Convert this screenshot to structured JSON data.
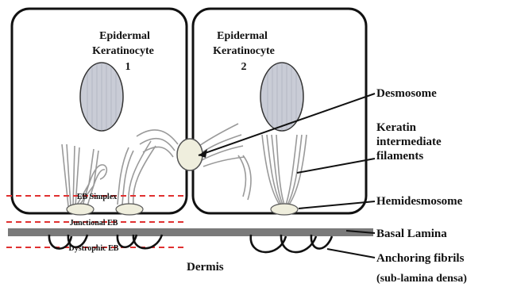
{
  "cell_1": {
    "line1": "Epidermal",
    "line2": "Keratinocyte",
    "number": "1"
  },
  "cell_2": {
    "line1": "Epidermal",
    "line2": "Keratinocyte",
    "number": "2"
  },
  "labels": {
    "desmosome": "Desmosome",
    "keratin_1": "Keratin",
    "keratin_2": "intermediate",
    "keratin_3": "filaments",
    "hemidesmosome": "Hemidesmosome",
    "basal_lamina": "Basal Lamina",
    "anchoring_1": "Anchoring fibrils",
    "anchoring_2": "(sub-lamina densa)",
    "dermis": "Dermis"
  },
  "eb_levels": {
    "simplex": "EB Simplex",
    "junctional": "Junctional EB",
    "dystrophic": "Dystrophic EB"
  },
  "colors": {
    "outline": "#111111",
    "nucleus": "#c9ccd6",
    "plaque": "#efeedd",
    "filament": "#9a9a9a",
    "basal_lamina": "#7a7a7a",
    "dashed_line": "#e03030"
  }
}
